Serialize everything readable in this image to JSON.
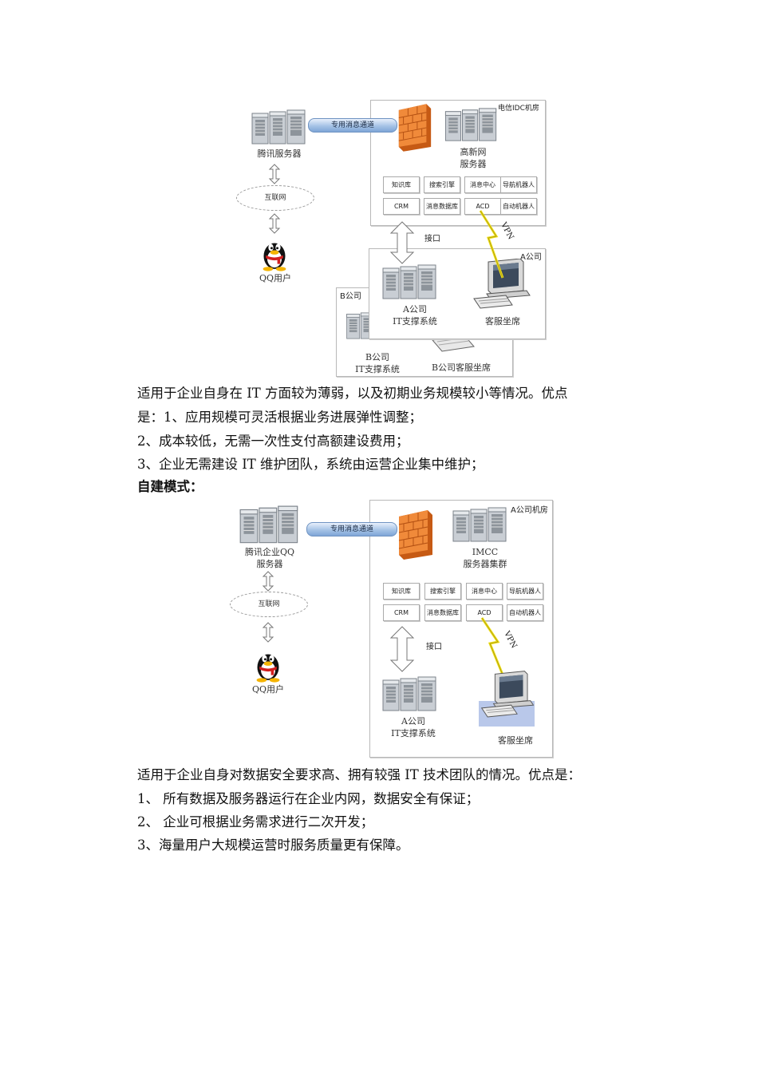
{
  "diagram1": {
    "title_idc": "电信IDC机房",
    "channel": "专用消息通道",
    "tencent_server": "腾讯服务器",
    "internet": "互联网",
    "qq_user": "QQ用户",
    "gaoxin_server": [
      "高新网",
      "服务器"
    ],
    "modules": [
      "知识库",
      "搜索引擎",
      "消息中心",
      "导航机器人",
      "CRM",
      "消息数据库",
      "ACD",
      "自动机器人"
    ],
    "interface": "接口",
    "vpn": "VPN",
    "company_a": "A公司",
    "a_it": [
      "A公司",
      "IT支撑系统"
    ],
    "a_seat": "客服坐席",
    "company_b": "B公司",
    "b_it": [
      "B公司",
      "IT支撑系统"
    ],
    "b_seat": "B公司客服坐席"
  },
  "text1": [
    "适用于企业自身在 IT 方面较为薄弱，以及初期业务规模较小等情况。优点",
    "是：1、应用规模可灵活根据业务进展弹性调整；",
    "2、成本较低，无需一次性支付高额建设费用；",
    "3、企业无需建设 IT 维护团队，系统由运营企业集中维护；"
  ],
  "heading": "自建模式：",
  "diagram2": {
    "title_room": "A公司机房",
    "channel": "专用消息通道",
    "tencent_server": [
      "腾讯企业QQ",
      "服务器"
    ],
    "internet": "互联网",
    "qq_user": "QQ用户",
    "imcc_server": [
      "IMCC",
      "服务器集群"
    ],
    "modules": [
      "知识库",
      "搜索引擎",
      "消息中心",
      "导航机器人",
      "CRM",
      "消息数据库",
      "ACD",
      "自动机器人"
    ],
    "interface": "接口",
    "vpn": "VPN",
    "a_it": [
      "A公司",
      "IT支撑系统"
    ],
    "seat": "客服坐席"
  },
  "text2": [
    "适用于企业自身对数据安全要求高、拥有较强 IT 技术团队的情况。优点是：",
    "1、  所有数据及服务器运行在企业内网，数据安全有保证；",
    "2、  企业可根据业务需求进行二次开发；",
    "3、海量用户大规模运营时服务质量更有保障。"
  ]
}
